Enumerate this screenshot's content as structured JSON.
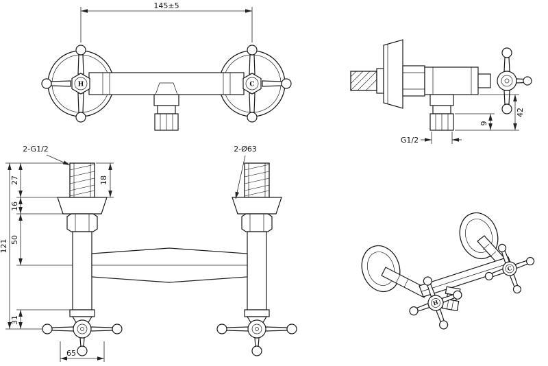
{
  "front_view": {
    "span_dim": "145±5",
    "hot_handle_label": "H",
    "cold_handle_label": "C"
  },
  "side_view": {
    "outlet_drop_dim": "42",
    "aerator_height_dim": "9",
    "outlet_thread_label": "G1/2"
  },
  "plan_view": {
    "inlet_thread_label": "2-G1/2",
    "flange_diameter_label": "2-Ø63",
    "thread_length_dim": "18",
    "wall_to_flange_dim": "27",
    "flange_thickness_dim": "16",
    "flange_to_body_dim": "50",
    "overall_depth_dim": "121",
    "body_to_handle_dim": "31",
    "handle_width_dim": "65"
  },
  "iso_view": {
    "hot_handle_label": "H",
    "cold_handle_label": "C"
  }
}
